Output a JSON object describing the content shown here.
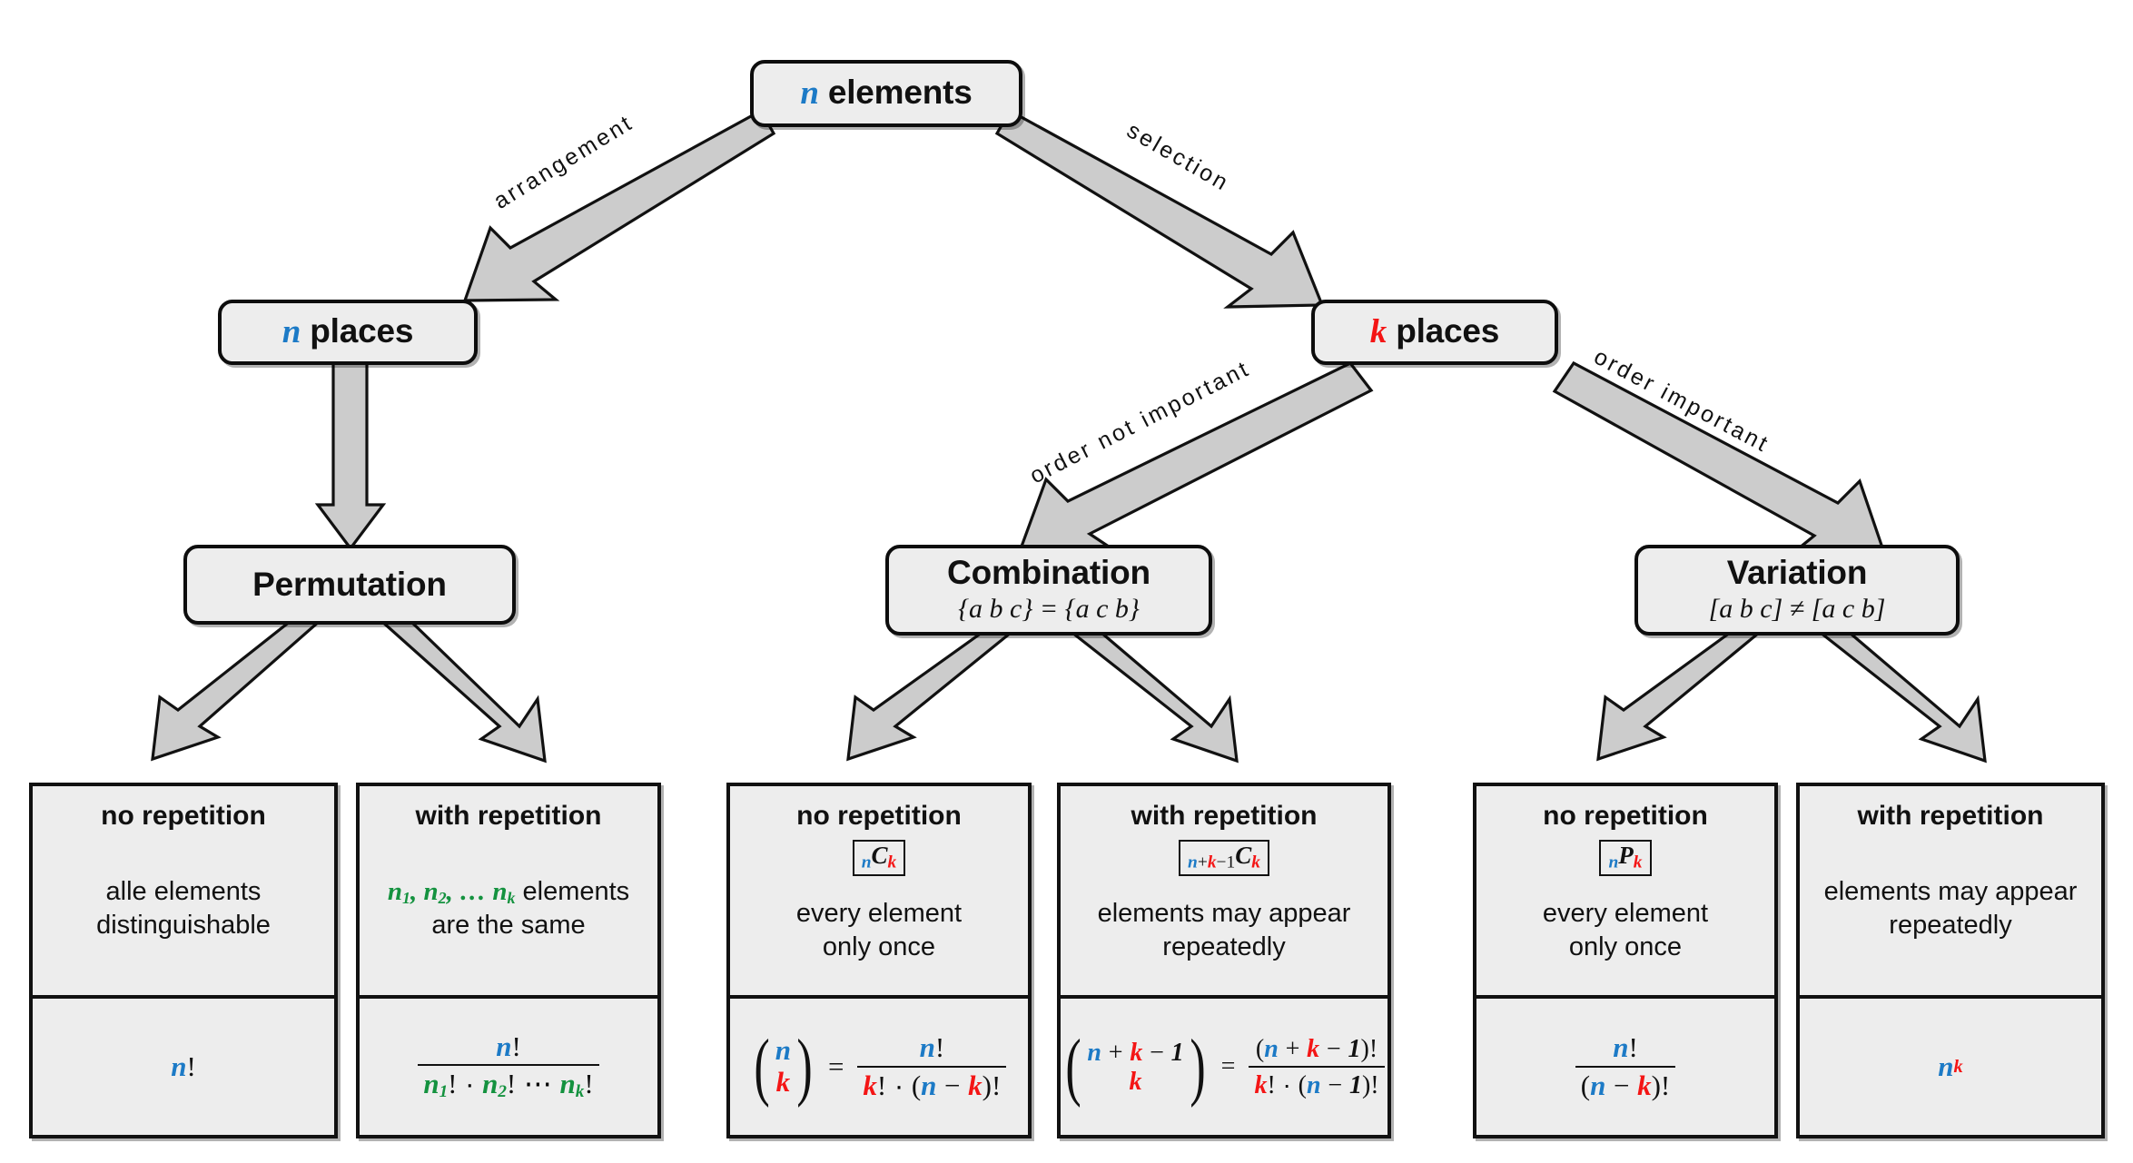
{
  "diagram": {
    "title": "Combinatorics overview: permutation, combination, variation",
    "colors": {
      "n": "#1C7AC6",
      "k": "#F41515",
      "green": "#14923F",
      "node_fill": "#ededed",
      "node_border": "#111111",
      "arrow_fill": "#cccccc"
    }
  },
  "nodes": {
    "root": {
      "title_var": "n",
      "title_text": " elements"
    },
    "n_places": {
      "title_var": "n",
      "title_text": " places"
    },
    "k_places": {
      "title_var": "k",
      "title_text": " places"
    },
    "permutation": {
      "title": "Permutation",
      "subtitle": ""
    },
    "combination": {
      "title": "Combination",
      "subtitle": "{a b c} = {a c b}"
    },
    "variation": {
      "title": "Variation",
      "subtitle": "[a b c] ≠ [a c b]"
    }
  },
  "edge_labels": {
    "arrangement": "arrangement",
    "selection": "selection",
    "order_not_important": "order not important",
    "order_important": "order important"
  },
  "cards": [
    {
      "id": "permutation-no-repetition",
      "header": "no repetition",
      "notation": "",
      "description": "alle elements\ndistinguishable",
      "formula_text": "n!"
    },
    {
      "id": "permutation-with-repetition",
      "header": "with repetition",
      "notation": "",
      "description_prefix": "n₁, n₂, … nₖ",
      "description_suffix": " elements\nare the same",
      "description": "n₁, n₂, … nₖ elements are the same",
      "formula_text": "n! / (n₁! · n₂! ⋯ nₖ!)"
    },
    {
      "id": "combination-no-repetition",
      "header": "no repetition",
      "notation": "nCk",
      "description": "every element\nonly once",
      "formula_text": "(n choose k) = n! / (k! · (n − k)!)"
    },
    {
      "id": "combination-with-repetition",
      "header": "with repetition",
      "notation": "n+k−1Ck",
      "description": "elements may appear\nrepeatedly",
      "formula_text": "(n + k − 1 choose k) = (n + k − 1)! / (k! · (n − 1)!)"
    },
    {
      "id": "variation-no-repetition",
      "header": "no repetition",
      "notation": "nPk",
      "description": "every element\nonly once",
      "formula_text": "n! / (n − k)!"
    },
    {
      "id": "variation-with-repetition",
      "header": "with repetition",
      "notation": "",
      "description": "elements may appear\nrepeatedly",
      "formula_text": "n^k"
    }
  ]
}
